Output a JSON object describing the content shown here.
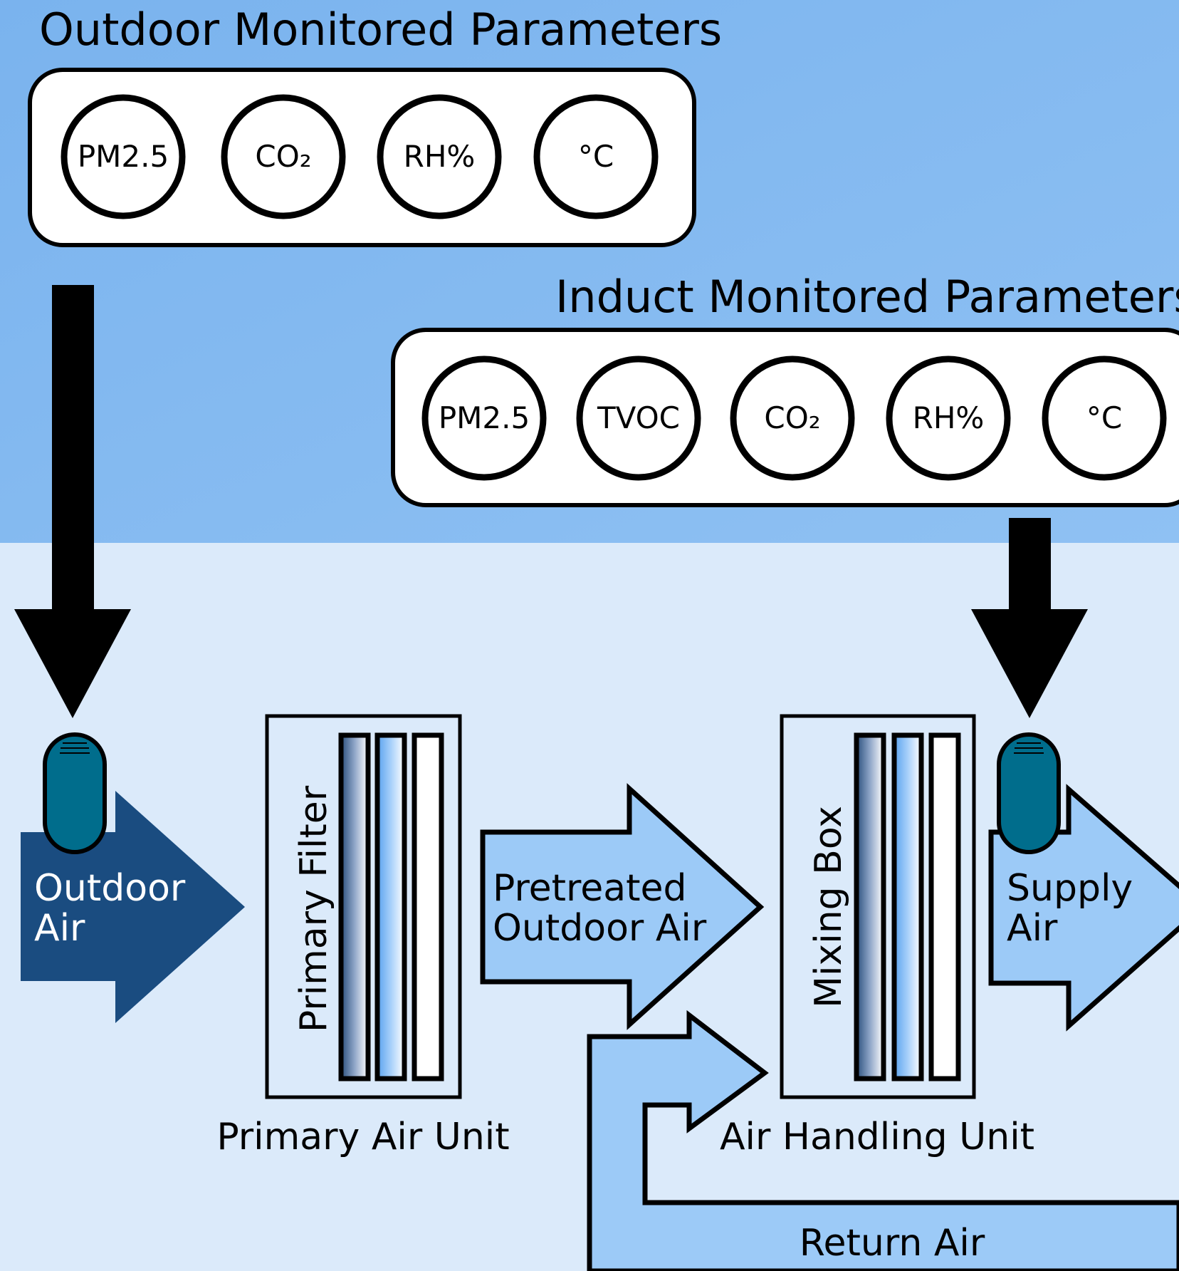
{
  "outdoor_panel": {
    "title": "Outdoor Monitored Parameters",
    "params": [
      "PM2.5",
      "CO₂",
      "RH%",
      "°C"
    ]
  },
  "induct_panel": {
    "title": "Induct Monitored Parameters",
    "params": [
      "PM2.5",
      "TVOC",
      "CO₂",
      "RH%",
      "°C"
    ]
  },
  "flows": {
    "outdoor_air": [
      "Outdoor",
      "Air"
    ],
    "pretreated_air": [
      "Pretreated",
      "Outdoor Air"
    ],
    "supply_air": [
      "Supply",
      "Air"
    ],
    "return_air": "Return Air"
  },
  "units": {
    "primary_filter": "Primary Filter",
    "mixing_box": "Mixing Box",
    "primary_air_unit": "Primary Air Unit",
    "air_handling_unit": "Air Handling Unit"
  },
  "colors": {
    "sky_top": "#7fb6ee",
    "sky_bottom": "#dbeafa",
    "outdoor_air_arrow": "#1a4c80",
    "light_arrow": "#9ccaf7",
    "sensor": "#006d8c"
  }
}
